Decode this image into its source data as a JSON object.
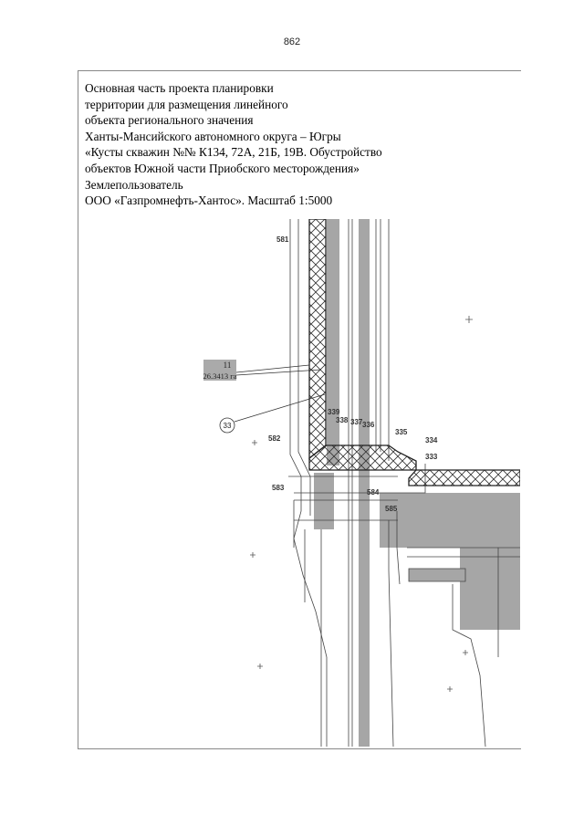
{
  "page_number": "862",
  "title_lines": [
    "Основная часть проекта планировки",
    "территории для размещения линейного",
    "объекта регионального значения",
    "Ханты-Мансийского автономного округа – Югры",
    "«Кусты скважин №№ К134, 72А, 21Б, 19В. Обустройство",
    "объектов Южной части Приобского месторождения»",
    "Землепользователь",
    "ООО «Газпромнефть-Хантос». Масштаб 1:5000"
  ],
  "map": {
    "plot_label": "11",
    "plot_area": "26.3413 га",
    "circle_label": "33",
    "point_labels": {
      "p581": "581",
      "p582": "582",
      "p583": "583",
      "p584": "584",
      "p585": "585",
      "p333": "333",
      "p334": "334",
      "p335": "335",
      "p336": "336",
      "p337": "337",
      "p338": "338",
      "p339": "339"
    },
    "colors": {
      "road_fill": "#a6a6a6",
      "line": "#333333"
    }
  }
}
